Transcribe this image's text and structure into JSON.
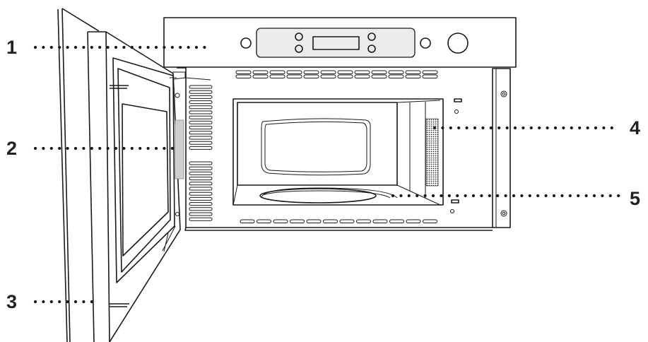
{
  "callouts": [
    {
      "number": "1"
    },
    {
      "number": "2"
    },
    {
      "number": "3"
    },
    {
      "number": "4"
    },
    {
      "number": "5"
    }
  ],
  "colors": {
    "line": "#1a1a1a",
    "panel_fill": "#ececec",
    "seal_strip": "#cfcfcf"
  }
}
